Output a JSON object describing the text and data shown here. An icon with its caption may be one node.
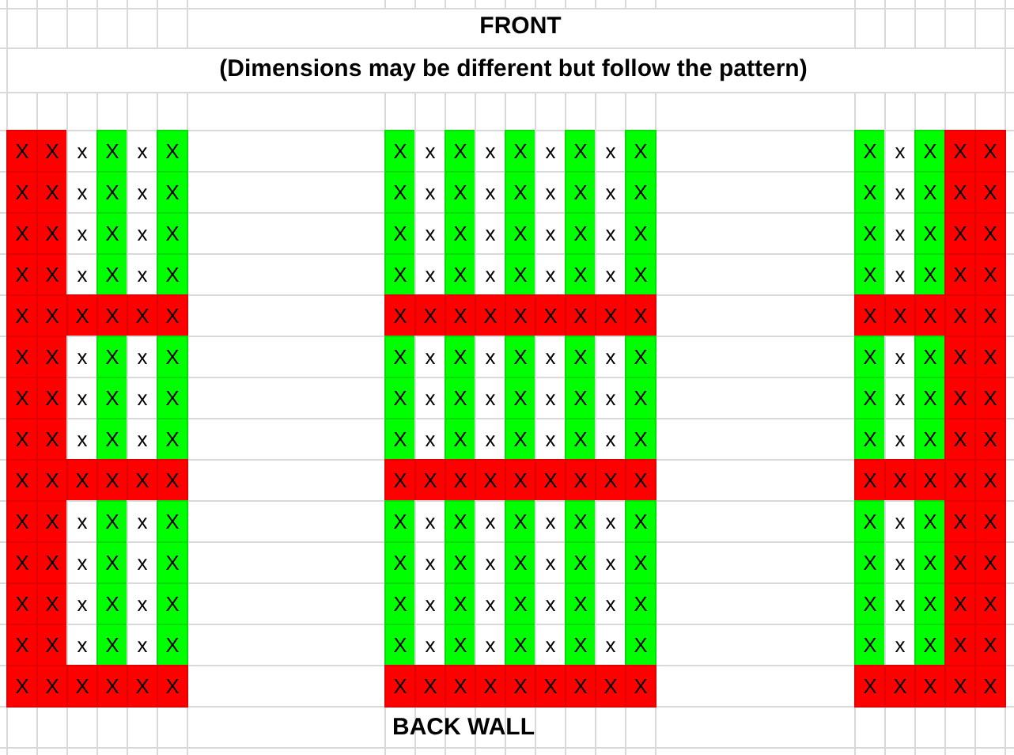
{
  "diagram": {
    "title": "FRONT",
    "labels": [
      "(Dimensions may be different but follow the pattern)",
      "X",
      "X",
      "x",
      "X",
      "x",
      "X",
      "X",
      "x",
      "X",
      "x",
      "X",
      "x",
      "X",
      "x",
      "X",
      "X",
      "x",
      "X",
      "X",
      "X",
      "X",
      "X",
      "x",
      "X",
      "x",
      "X",
      "X",
      "x",
      "X",
      "x",
      "X",
      "x",
      "X",
      "x",
      "X",
      "X",
      "x",
      "X",
      "X",
      "X",
      "X",
      "X",
      "x",
      "X",
      "x",
      "X",
      "X",
      "x",
      "X",
      "x",
      "X",
      "x",
      "X",
      "x",
      "X",
      "X",
      "x",
      "X",
      "X",
      "X",
      "X",
      "X",
      "x",
      "X",
      "x",
      "X",
      "X",
      "x",
      "X",
      "x",
      "X",
      "x",
      "X",
      "x",
      "X",
      "X",
      "x",
      "X",
      "X",
      "X",
      "X",
      "X",
      "X",
      "X",
      "X",
      "X",
      "X",
      "X",
      "X",
      "X",
      "X",
      "X",
      "X",
      "X",
      "X",
      "X",
      "X",
      "X",
      "X",
      "X",
      "X",
      "X",
      "x",
      "X",
      "x",
      "X",
      "X",
      "x",
      "X",
      "x",
      "X",
      "x",
      "X",
      "x",
      "X",
      "X",
      "x",
      "X",
      "X",
      "X",
      "X",
      "X",
      "x",
      "X",
      "x",
      "X",
      "X",
      "x",
      "X",
      "x",
      "X",
      "x",
      "X",
      "x",
      "X",
      "X",
      "x",
      "X",
      "X",
      "X",
      "X",
      "X",
      "x",
      "X",
      "x",
      "X",
      "X",
      "x",
      "X",
      "x",
      "X",
      "x",
      "X",
      "x",
      "X",
      "X",
      "x",
      "X",
      "X",
      "X",
      "X",
      "X",
      "X",
      "X",
      "X",
      "X",
      "X",
      "X",
      "X",
      "X",
      "X",
      "X",
      "X",
      "X",
      "X",
      "X",
      "X",
      "X",
      "X",
      "X",
      "X",
      "X",
      "x",
      "X",
      "x",
      "X",
      "X",
      "x",
      "X",
      "x",
      "X",
      "x",
      "X",
      "x",
      "X",
      "X",
      "x",
      "X",
      "X",
      "X",
      "X",
      "X",
      "x",
      "X",
      "x",
      "X",
      "X",
      "x",
      "X",
      "x",
      "X",
      "x",
      "X",
      "x",
      "X",
      "X",
      "x",
      "X",
      "X",
      "X",
      "X",
      "X",
      "x",
      "X",
      "x",
      "X",
      "X",
      "x",
      "X",
      "x",
      "X",
      "x",
      "X",
      "x",
      "X",
      "X",
      "x",
      "X",
      "X",
      "X",
      "X",
      "X",
      "x",
      "X",
      "x",
      "X",
      "X",
      "x",
      "X",
      "x",
      "X",
      "x",
      "X",
      "x",
      "X",
      "X",
      "x",
      "X",
      "X",
      "X",
      "X",
      "X",
      "X",
      "X",
      "X",
      "X",
      "X",
      "X",
      "X",
      "X",
      "X",
      "X",
      "X",
      "X",
      "X",
      "X",
      "X",
      "X",
      "X",
      "X",
      "BACK WALL"
    ]
  }
}
